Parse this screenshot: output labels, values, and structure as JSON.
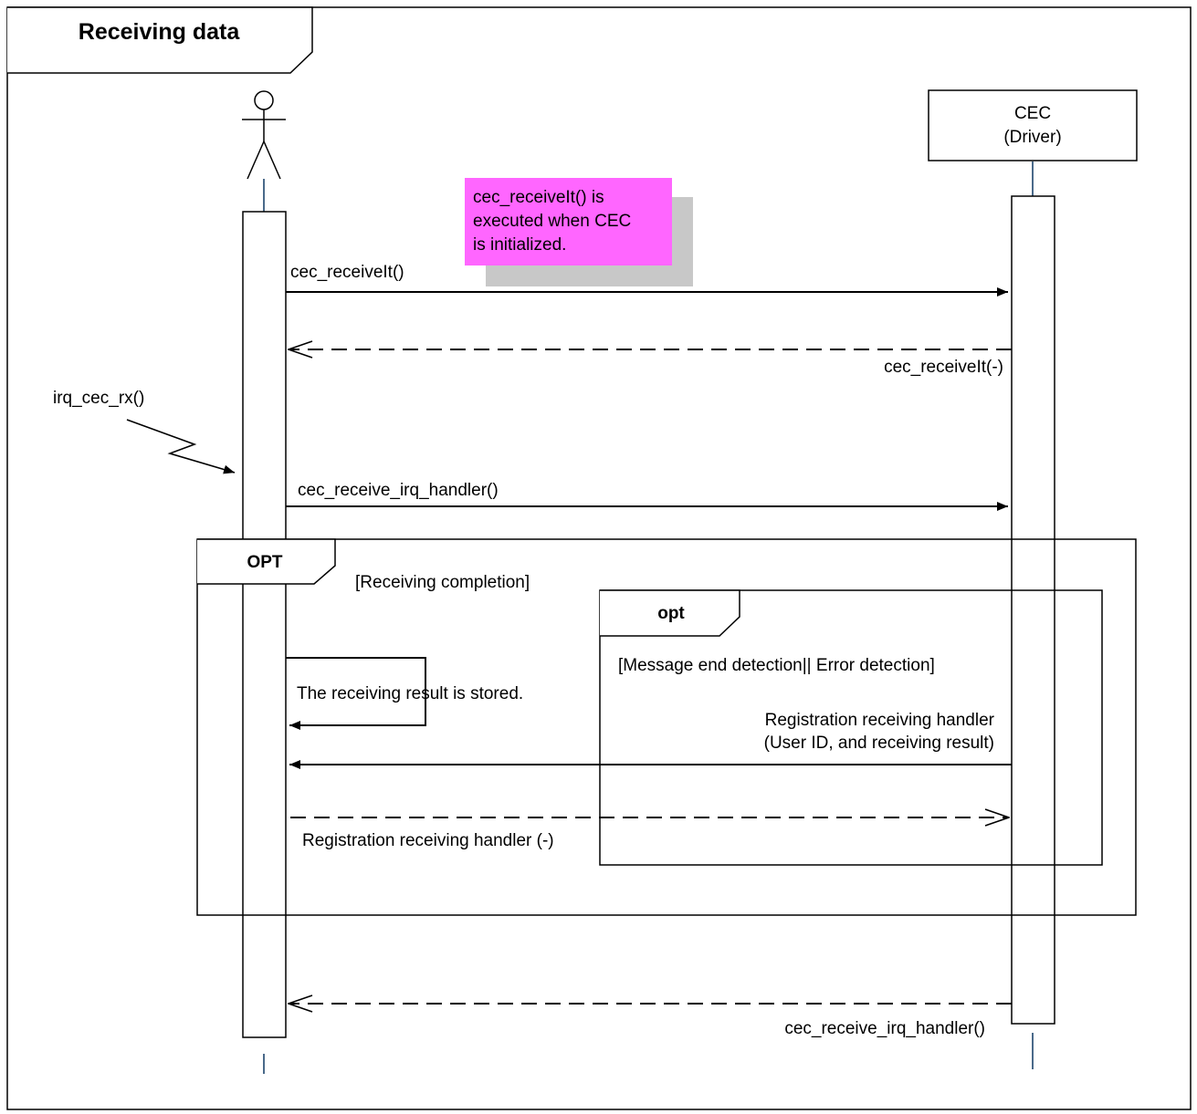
{
  "frame": {
    "title": "Receiving data"
  },
  "participants": {
    "driver": {
      "name_line1": "CEC",
      "name_line2": "(Driver)"
    }
  },
  "note": {
    "line1": "cec_receiveIt() is",
    "line2": "executed when CEC",
    "line3": "is initialized.",
    "color": "#ff66ff"
  },
  "messages": {
    "m1": "cec_receiveIt()",
    "m1_return": "cec_receiveIt(-)",
    "interrupt": "irq_cec_rx()",
    "m2": "cec_receive_irq_handler()",
    "self_msg": "The receiving result is stored.",
    "callback_line1": "Registration receiving handler",
    "callback_line2": "(User ID, and receiving result)",
    "callback_return": "Registration receiving handler (-)",
    "m2_return": "cec_receive_irq_handler()"
  },
  "fragments": {
    "outer": {
      "operator": "OPT",
      "guard": "[Receiving completion]"
    },
    "inner": {
      "operator": "opt",
      "guard": "[Message end detection|| Error detection]"
    }
  },
  "colors": {
    "lifeline": "#4a6a8a",
    "line": "#000000",
    "note_shadow": "#c8c8c8"
  }
}
